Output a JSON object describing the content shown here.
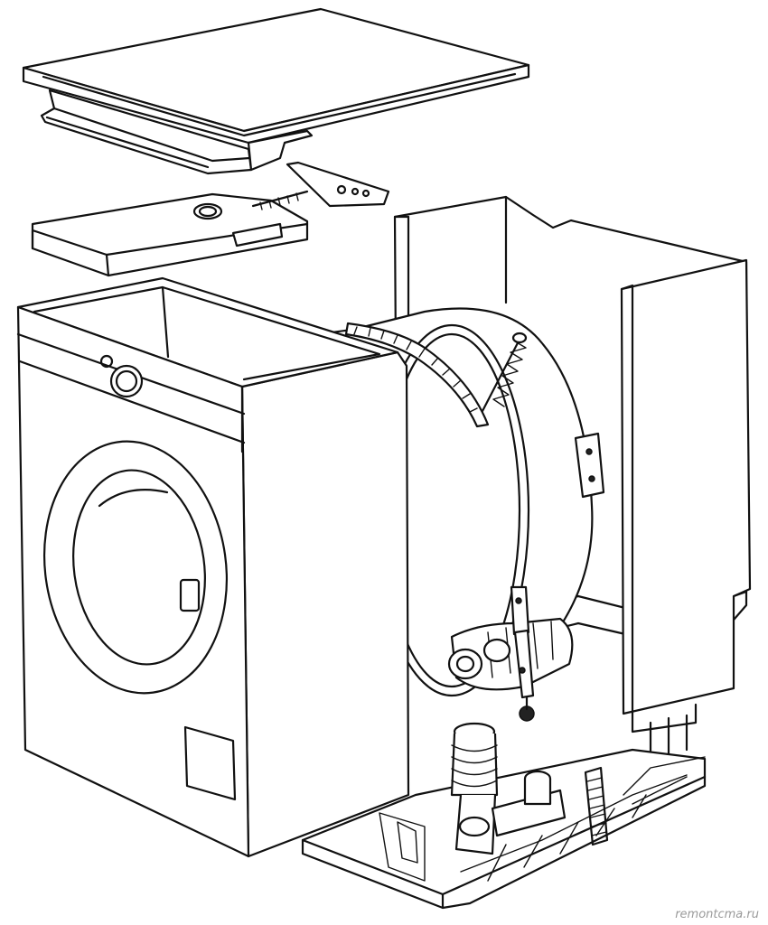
{
  "diagram": {
    "parts": [
      "top-cover",
      "hinge-bracket",
      "control-panel-top",
      "front-panel",
      "door-opening",
      "door-latch",
      "service-hatch",
      "rear-side-panel",
      "right-side-panel",
      "drum-tank",
      "tank-band-clamp",
      "suspension-spring",
      "shock-absorber",
      "motor",
      "drain-pump-bellows",
      "base-frame"
    ],
    "line_color": "#111111",
    "background_color": "#ffffff"
  },
  "watermark": "remontcma.ru"
}
